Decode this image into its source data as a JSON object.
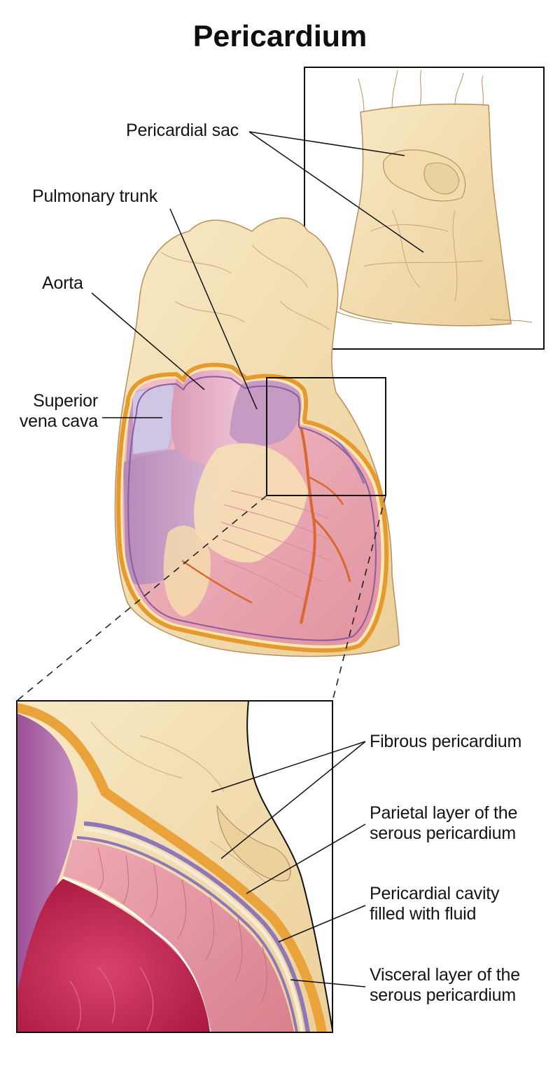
{
  "title": "Pericardium",
  "labels": {
    "pericardial_sac": "Pericardial sac",
    "pulmonary_trunk": "Pulmonary trunk",
    "aorta": "Aorta",
    "superior_vena_cava": "Superior\nvena cava",
    "fibrous_pericardium": "Fibrous pericardium",
    "parietal_layer": "Parietal layer of the\nserous pericardium",
    "pericardial_cavity": "Pericardial cavity\nfilled with fluid",
    "visceral_layer": "Visceral layer of the\nserous pericardium"
  },
  "colors": {
    "fat": "#f3dfb0",
    "fibrous": "#e9a33a",
    "serous": "#8e76b8",
    "myocardium": "#e79aa6",
    "chamber": "#c8234f",
    "vessel_purple": "#c8a2c8",
    "vena_cava": "#c9c3e3",
    "coronary": "#d9682e"
  }
}
